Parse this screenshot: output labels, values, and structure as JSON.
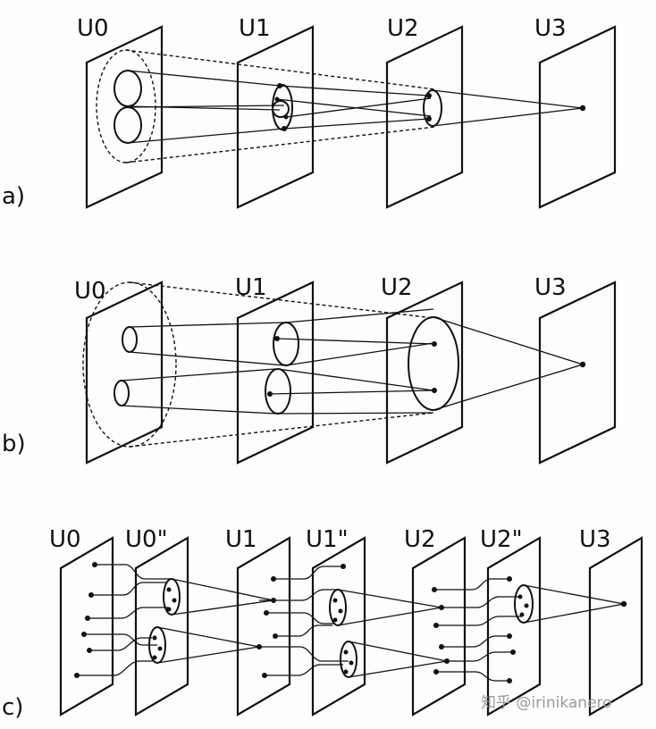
{
  "panel_a": {
    "label": "a)",
    "planes": [
      "U0",
      "U1",
      "U2",
      "U3"
    ]
  },
  "panel_b": {
    "label": "b)",
    "planes": [
      "U0",
      "U1",
      "U2",
      "U3"
    ]
  },
  "panel_c": {
    "label": "c)",
    "planes": [
      "U0",
      "U0\"",
      "U1",
      "U1\"",
      "U2",
      "U2\"",
      "U3"
    ]
  },
  "watermark": "知乎 @irinikanero"
}
